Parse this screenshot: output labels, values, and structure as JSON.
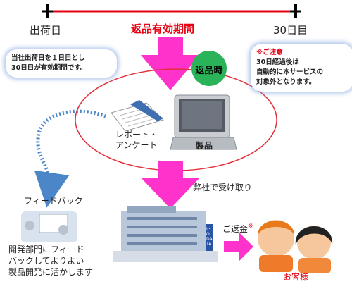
{
  "timeline": {
    "start_label": "出荷日",
    "end_label": "30日目",
    "period_label": "返品有効期間"
  },
  "note_left": {
    "line1": "当社出荷日を１日目とし",
    "line2": "30日目が有効期間です。"
  },
  "note_right": {
    "heading": "※ご注意",
    "line1": "30日経過後は",
    "line2": "自動的に本サービスの",
    "line3": "対象外となります。"
  },
  "return_badge": "返品時",
  "report_label": {
    "line1": "レポート・",
    "line2": "アンケート"
  },
  "product_label": "製品",
  "receive_label": "弊社で受け取り",
  "feedback_label": "フィードバック",
  "feedback_desc": {
    "line1": "開発部門にフィード",
    "line2": "バックしてよりよい",
    "line3": "製品開発に活かします"
  },
  "refund_label": "ご返金",
  "refund_mark": "※",
  "building_sign": "I・O DATA",
  "customer_label": "お客様",
  "colors": {
    "red": "#e60012",
    "magenta": "#ff33cc",
    "blue": "#4a86c8"
  }
}
